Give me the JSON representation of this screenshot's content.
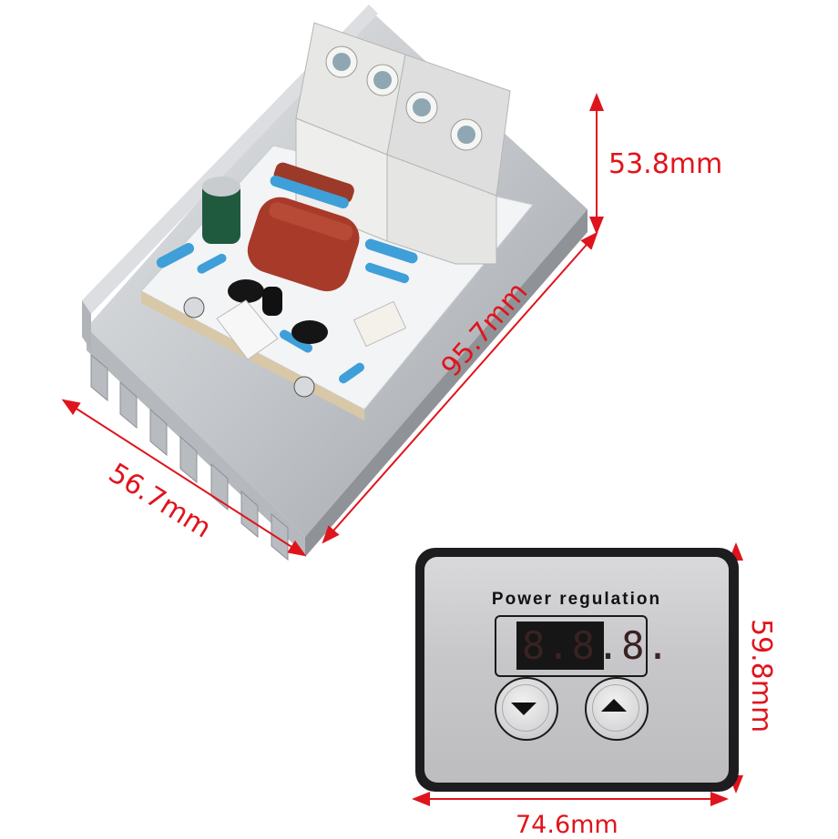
{
  "product": {
    "type": "AC power regulator module with heatsink and display panel"
  },
  "dimensions": {
    "module_height": "53.8mm",
    "module_length": "95.7mm",
    "module_width": "56.7mm",
    "panel_height": "59.8mm",
    "panel_width": "74.6mm"
  },
  "panel": {
    "title": "Power regulation",
    "display_value": "8.8.8.",
    "buttons": [
      {
        "label": "down",
        "icon": "triangle-down-icon"
      },
      {
        "label": "up",
        "icon": "triangle-up-icon"
      }
    ]
  },
  "colors": {
    "annotation": "#e0141c",
    "panel_bezel": "#1d1d1f",
    "panel_face": "#c9c9cc",
    "heatsink": "#c8cacd",
    "pcb": "#f2f4f6",
    "capacitor_red": "#a83a2a",
    "terminal_block": "#e4e4e2"
  }
}
